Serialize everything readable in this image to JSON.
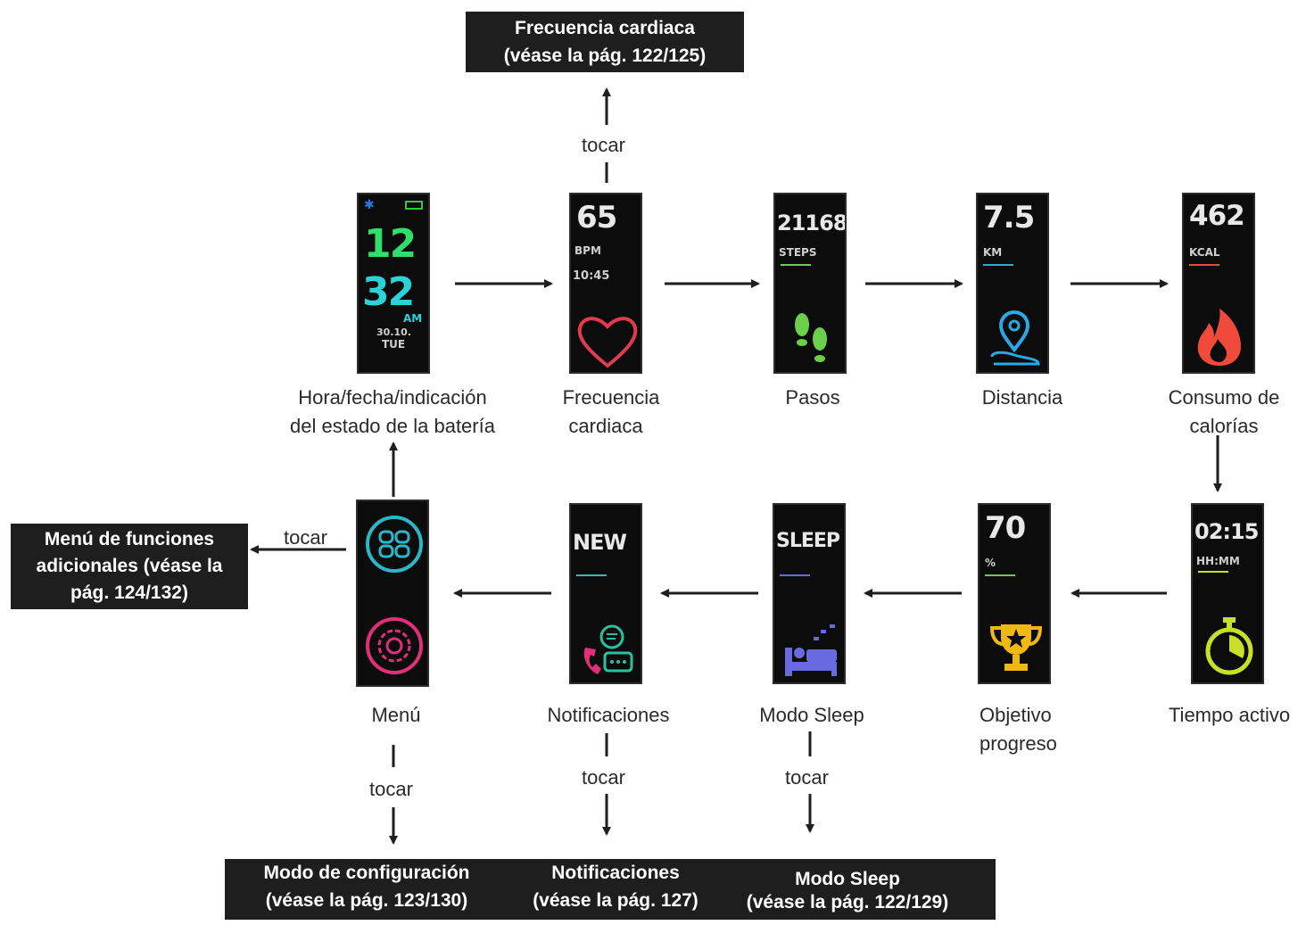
{
  "top_box": {
    "line1": "Frecuencia cardiaca",
    "line2": "(véase la pág. 122/125)"
  },
  "left_box": {
    "line1": "Menú de funciones",
    "line2": "adicionales (véase la",
    "line3": "pág. 124/132)"
  },
  "bottom_box": {
    "configuracion": {
      "line1": "Modo de configuración",
      "line2": "(véase la pág. 123/130)"
    },
    "notificaciones": {
      "line1": "Notificaciones",
      "line2": "(véase la pág. 127)"
    },
    "sleep": {
      "line1": "Modo Sleep",
      "line2": "(véase la pág. 122/129)"
    }
  },
  "tap_label": "tocar",
  "screens": {
    "clock": {
      "hour": "12",
      "minute": "32",
      "ampm": "AM",
      "date": "30.10.",
      "day": "TUE",
      "label1": "Hora/fecha/indicación",
      "label2": "del estado de la batería"
    },
    "heart": {
      "value": "65",
      "unit": "BPM",
      "time": "10:45",
      "label1": "Frecuencia",
      "label2": "cardiaca"
    },
    "steps": {
      "value": "21168",
      "unit": "STEPS",
      "label1": "Pasos"
    },
    "distance": {
      "value": "7.5",
      "unit": "KM",
      "label1": "Distancia"
    },
    "calories": {
      "value": "462",
      "unit": "KCAL",
      "label1": "Consumo de",
      "label2": "calorías"
    },
    "active": {
      "value": "02:15",
      "unit": "HH:MM",
      "label1": "Tiempo activo"
    },
    "goal": {
      "value": "70",
      "unit": "%",
      "label1": "Objetivo",
      "label2": "progreso"
    },
    "sleep": {
      "value": "SLEEP",
      "label1": "Modo Sleep"
    },
    "notifications": {
      "value": "NEW",
      "label1": "Notificaciones"
    },
    "menu": {
      "label1": "Menú"
    }
  },
  "colors": {
    "clock_hour": "#2ee06a",
    "clock_minute": "#2ad3d6",
    "heart": "#e23b4e",
    "steps": "#6ad04a",
    "distance": "#2aa8e8",
    "calories": "#f04a3a",
    "active": "#c8e02a",
    "goal": "#f0b810",
    "sleep": "#6a6ae0",
    "notifications": "#2ac0a0",
    "menu_top": "#2ab8c8",
    "menu_bottom": "#e0307a"
  }
}
